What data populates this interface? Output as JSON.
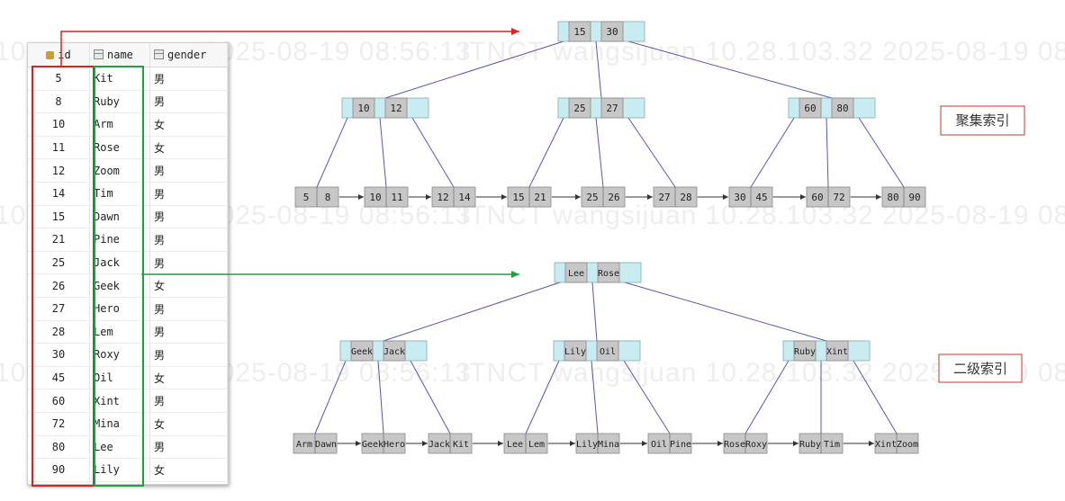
{
  "watermark": {
    "texts": [
      "10…",
      "2025-08-19 08:56:13",
      "ITNCT wangsijuan 10.28.103.32 2025-08-19 08:5"
    ]
  },
  "table": {
    "columns": [
      "id",
      "name",
      "gender"
    ],
    "rows": [
      [
        "5",
        "Kit",
        "男"
      ],
      [
        "8",
        "Ruby",
        "男"
      ],
      [
        "10",
        "Arm",
        "女"
      ],
      [
        "11",
        "Rose",
        "女"
      ],
      [
        "12",
        "Zoom",
        "男"
      ],
      [
        "14",
        "Tim",
        "男"
      ],
      [
        "15",
        "Dawn",
        "男"
      ],
      [
        "21",
        "Pine",
        "男"
      ],
      [
        "25",
        "Jack",
        "男"
      ],
      [
        "26",
        "Geek",
        "女"
      ],
      [
        "27",
        "Hero",
        "男"
      ],
      [
        "28",
        "Lem",
        "男"
      ],
      [
        "30",
        "Roxy",
        "男"
      ],
      [
        "45",
        "Oil",
        "女"
      ],
      [
        "60",
        "Xint",
        "男"
      ],
      [
        "72",
        "Mina",
        "女"
      ],
      [
        "80",
        "Lee",
        "男"
      ],
      [
        "90",
        "Lily",
        "女"
      ]
    ]
  },
  "colors": {
    "id_highlight": "#e02020",
    "name_highlight": "#22a040",
    "node_cell": "#c7c7c7",
    "node_pointer": "#c9ebf2",
    "edge": "#5558a8",
    "label_border": "#c0392b"
  },
  "clustered_tree": {
    "label": "聚集索引",
    "root": [
      "15",
      "30"
    ],
    "internal": [
      [
        "10",
        "12"
      ],
      [
        "25",
        "27"
      ],
      [
        "60",
        "80"
      ]
    ],
    "leaves": [
      [
        "5",
        "8"
      ],
      [
        "10",
        "11"
      ],
      [
        "12",
        "14"
      ],
      [
        "15",
        "21"
      ],
      [
        "25",
        "26"
      ],
      [
        "27",
        "28"
      ],
      [
        "30",
        "45"
      ],
      [
        "60",
        "72"
      ],
      [
        "80",
        "90"
      ]
    ]
  },
  "secondary_tree": {
    "label": "二级索引",
    "root": [
      "Lee",
      "Rose"
    ],
    "internal": [
      [
        "Geek",
        "Jack"
      ],
      [
        "Lily",
        "Oil"
      ],
      [
        "Ruby",
        "Xint"
      ]
    ],
    "leaves": [
      [
        "Arm",
        "Dawn"
      ],
      [
        "Geek",
        "Hero"
      ],
      [
        "Jack",
        "Kit"
      ],
      [
        "Lee",
        "Lem"
      ],
      [
        "Lily",
        "Mina"
      ],
      [
        "Oil",
        "Pine"
      ],
      [
        "Rose",
        "Roxy"
      ],
      [
        "Ruby",
        "Tim"
      ],
      [
        "Xint",
        "Zoom"
      ]
    ]
  }
}
